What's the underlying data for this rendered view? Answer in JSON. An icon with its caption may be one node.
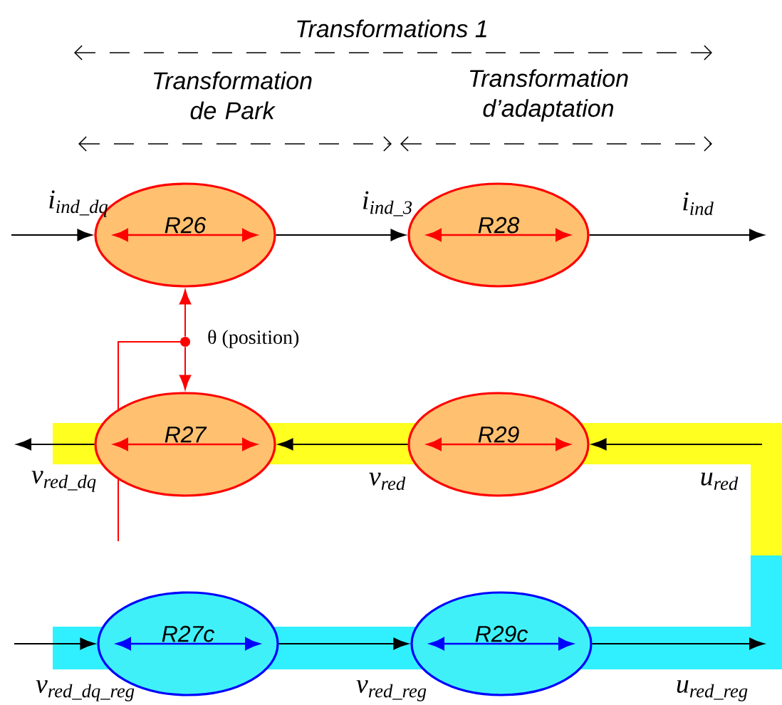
{
  "diagram": {
    "title": "Transformations 1",
    "nodes": [
      {
        "text": [
          "R26"
        ]
      },
      {
        "text": [
          "R28"
        ]
      },
      {
        "text": [
          "R27"
        ]
      },
      {
        "text": [
          "R29"
        ]
      },
      {
        "text": [
          "R27c"
        ]
      },
      {
        "text": [
          "R29c"
        ]
      },
      {
        "text": [],
        "shape": "circle",
        "beside": [
          "θ (position)"
        ]
      }
    ],
    "edges": [
      {
        "from": null,
        "to": 0,
        "arrow": "to",
        "label": "i$_{ind_dq}$"
      },
      {
        "from": 0,
        "to": 1,
        "arrow": "to",
        "label": "i$_{ind_3}$"
      },
      {
        "from": 1,
        "to": null,
        "arrow": "to",
        "label": "i$_{ind}$"
      },
      {
        "from": null,
        "to": 3,
        "arrow": "to",
        "label": "u$_{red}$"
      },
      {
        "from": 3,
        "to": 2,
        "arrow": "to",
        "label": "v$_{red}$"
      },
      {
        "from": 2,
        "to": null,
        "arrow": "to",
        "label": "v$_{red_dq}$"
      },
      {
        "from": null,
        "to": 4,
        "arrow": "to",
        "label": "v$_{red_dq_reg}$"
      },
      {
        "from": 4,
        "to": 5,
        "arrow": "to",
        "label": "v$_{red_reg}$"
      },
      {
        "from": 5,
        "to": null,
        "arrow": "to",
        "label": "u$_{red_reg}$"
      },
      {
        "from": 6,
        "to": 0,
        "arrow": "to",
        "color": "#ff0000"
      },
      {
        "from": 6,
        "to": 2,
        "arrow": "to",
        "color": "#ff0000"
      }
    ],
    "labels": [
      "Transformation de Park",
      "Transformation d’adaptation"
    ]
  }
}
